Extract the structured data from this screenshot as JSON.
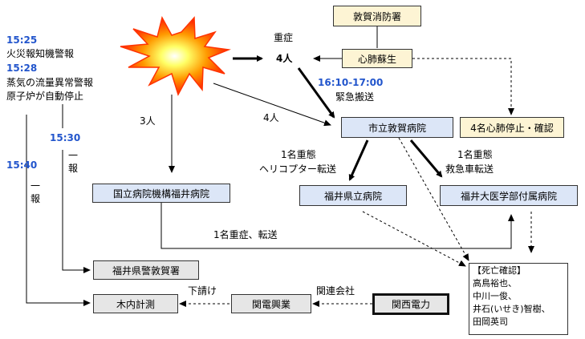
{
  "timeline": {
    "t1525": "15:25",
    "fire_alarm": "火災報知機警報",
    "t1528": "15:28",
    "steam_alarm": "蒸気の流量異常警報",
    "reactor_stop": "原子炉が自動停止",
    "t1530": "15:30",
    "t1540": "15:40",
    "report_a": "一報",
    "report_b": "一報"
  },
  "labels": {
    "severe": "重症",
    "four_people": "4人",
    "three_people": "3人",
    "four_people_b": "4人",
    "transport_time": "16:10-17:00",
    "emergency_transport": "緊急搬送",
    "heli_1": "1名重態",
    "heli_2": "ヘリコプター転送",
    "ambulance_1": "1名重態",
    "ambulance_2": "救急車転送",
    "severe_transfer": "1名重症、転送",
    "subcontract": "下請け",
    "affiliate": "関連会社"
  },
  "nodes": {
    "fire_dept": "敦賀消防署",
    "cpr": "心肺蘇生",
    "tsuruga_hosp": "市立敦賀病院",
    "cardiac_arrest": "4名心肺停止・確認",
    "national_hosp": "国立病院機構福井病院",
    "pref_hosp": "福井県立病院",
    "univ_hosp": "福井大医学部付属病院",
    "police": "福井県警敦賀署",
    "kiuchi": "木内計測",
    "kanden_kogyo": "関電興業",
    "kansai": "関西電力"
  },
  "death_list": {
    "title": "【死亡確認】",
    "names": [
      "高鳥裕也、",
      "中川一俊、",
      "井石(いせき)智樹、",
      "田岡英司"
    ]
  },
  "colors": {
    "time_blue": "#2255cc",
    "box_blue": "#dce6f7",
    "box_cream": "#fdf4d4",
    "box_gray": "#e6e6e6",
    "explosion_outer": "#ff2200",
    "explosion_inner": "#ffee00"
  }
}
